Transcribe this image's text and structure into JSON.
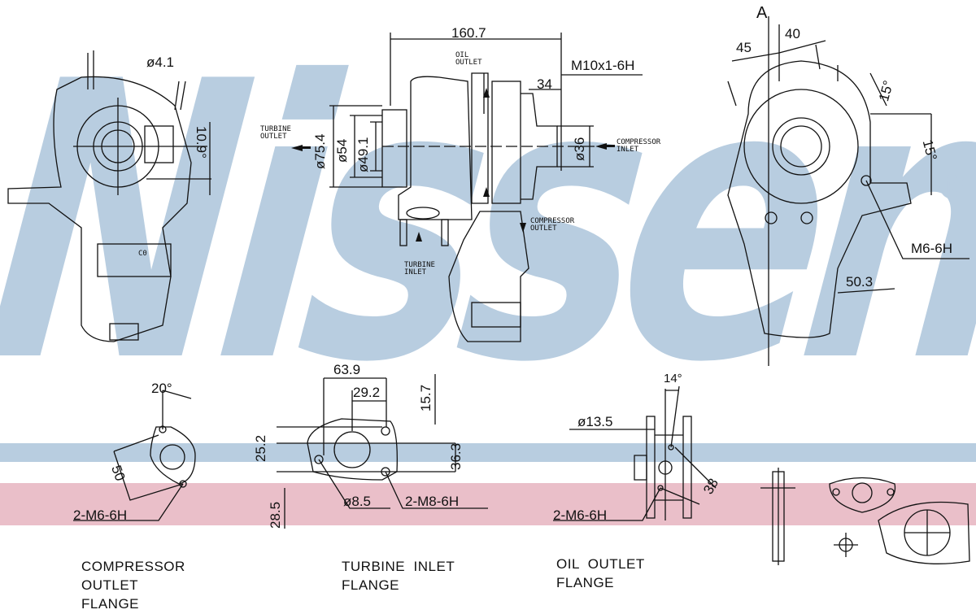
{
  "watermark": {
    "brand": "Nissens",
    "registered": "®"
  },
  "colors": {
    "watermark_blue": "#b8cde0",
    "band_pink": "#eabfc9",
    "line": "#111111"
  },
  "side_view": {
    "overall_length": "160.7",
    "oil_outlet": "OIL\nOUTLET",
    "oil_thread": "M10x1-6H",
    "dim_34": "34",
    "turbine_outlet": "TURBINE\nOUTLET",
    "d75": "ø75.4",
    "d54": "ø54",
    "d49": "ø49.1",
    "d36": "ø36",
    "compressor_inlet": "COMPRESSOR\nINLET",
    "compressor_outlet": "COMPRESSOR\nOUTLET",
    "turbine_inlet": "TURBINE\nINLET"
  },
  "left_view": {
    "hole": "ø4.1",
    "angle": "10.9°",
    "actuator_mark": "C0"
  },
  "right_view": {
    "section": "A",
    "dim_45": "45",
    "dim_40": "40",
    "angle1": "15°",
    "angle2": "15°",
    "thread": "M6-6H",
    "dim_50": "50.3"
  },
  "compressor_flange": {
    "angle": "20°",
    "dim": "50",
    "thread": "2-M6-6H",
    "caption": "COMPRESSOR\nOUTLET\nFLANGE"
  },
  "turbine_flange": {
    "w1": "63.9",
    "w2": "29.2",
    "h1": "15.7",
    "h2": "25.2",
    "h3": "36.3",
    "h4": "28.5",
    "hole": "ø8.5",
    "thread": "2-M8-6H",
    "caption": "TURBINE  INLET\nFLANGE"
  },
  "oil_flange": {
    "angle": "14°",
    "hole": "ø13.5",
    "dim": "38",
    "thread": "2-M6-6H",
    "caption": "OIL  OUTLET\nFLANGE"
  }
}
